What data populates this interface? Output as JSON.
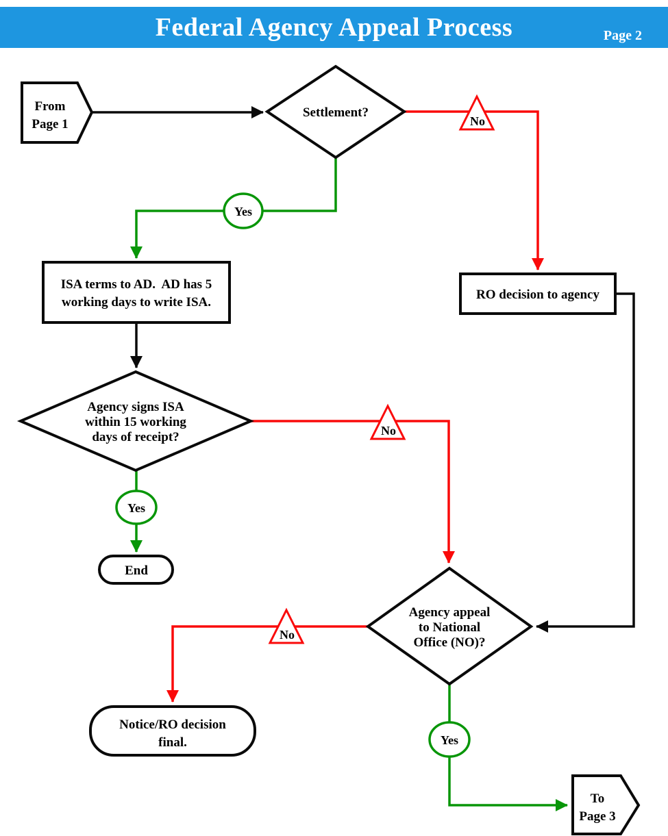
{
  "header": {
    "title": "Federal Agency Appeal Process",
    "page_label": "Page 2"
  },
  "colors": {
    "banner": "#1E96E0",
    "line": "#0A0A0A",
    "yes": "#089608",
    "no": "#FA0A0A"
  },
  "nodes": {
    "from_page1": {
      "type": "offpage-connector",
      "lines": [
        "From",
        "Page 1"
      ]
    },
    "settlement": {
      "type": "decision",
      "lines": [
        "Settlement?"
      ]
    },
    "ro_decision": {
      "type": "process",
      "lines": [
        "RO decision to agency"
      ]
    },
    "isa_terms": {
      "type": "process",
      "lines": [
        "ISA terms to AD.  AD has 5",
        "working days to write ISA."
      ]
    },
    "agency_signs": {
      "type": "decision",
      "lines": [
        "Agency signs ISA",
        "within 15 working",
        "days of receipt?"
      ]
    },
    "end": {
      "type": "terminator",
      "lines": [
        "End"
      ]
    },
    "agency_appeal": {
      "type": "decision",
      "lines": [
        "Agency appeal",
        "to National",
        "Office (NO)?"
      ]
    },
    "notice_final": {
      "type": "terminator",
      "lines": [
        "Notice/RO decision",
        "final."
      ]
    },
    "to_page3": {
      "type": "offpage-connector",
      "lines": [
        "To",
        "Page 3"
      ]
    }
  },
  "edges": [
    {
      "from": "from_page1",
      "to": "settlement",
      "color": "black",
      "label": ""
    },
    {
      "from": "settlement",
      "to": "ro_decision",
      "color": "red",
      "label": "No"
    },
    {
      "from": "settlement",
      "to": "isa_terms",
      "color": "green",
      "label": "Yes"
    },
    {
      "from": "isa_terms",
      "to": "agency_signs",
      "color": "black",
      "label": ""
    },
    {
      "from": "agency_signs",
      "to": "end",
      "color": "green",
      "label": "Yes"
    },
    {
      "from": "agency_signs",
      "to": "agency_appeal",
      "color": "red",
      "label": "No"
    },
    {
      "from": "ro_decision",
      "to": "agency_appeal",
      "color": "black",
      "label": ""
    },
    {
      "from": "agency_appeal",
      "to": "notice_final",
      "color": "red",
      "label": "No"
    },
    {
      "from": "agency_appeal",
      "to": "to_page3",
      "color": "green",
      "label": "Yes"
    }
  ]
}
